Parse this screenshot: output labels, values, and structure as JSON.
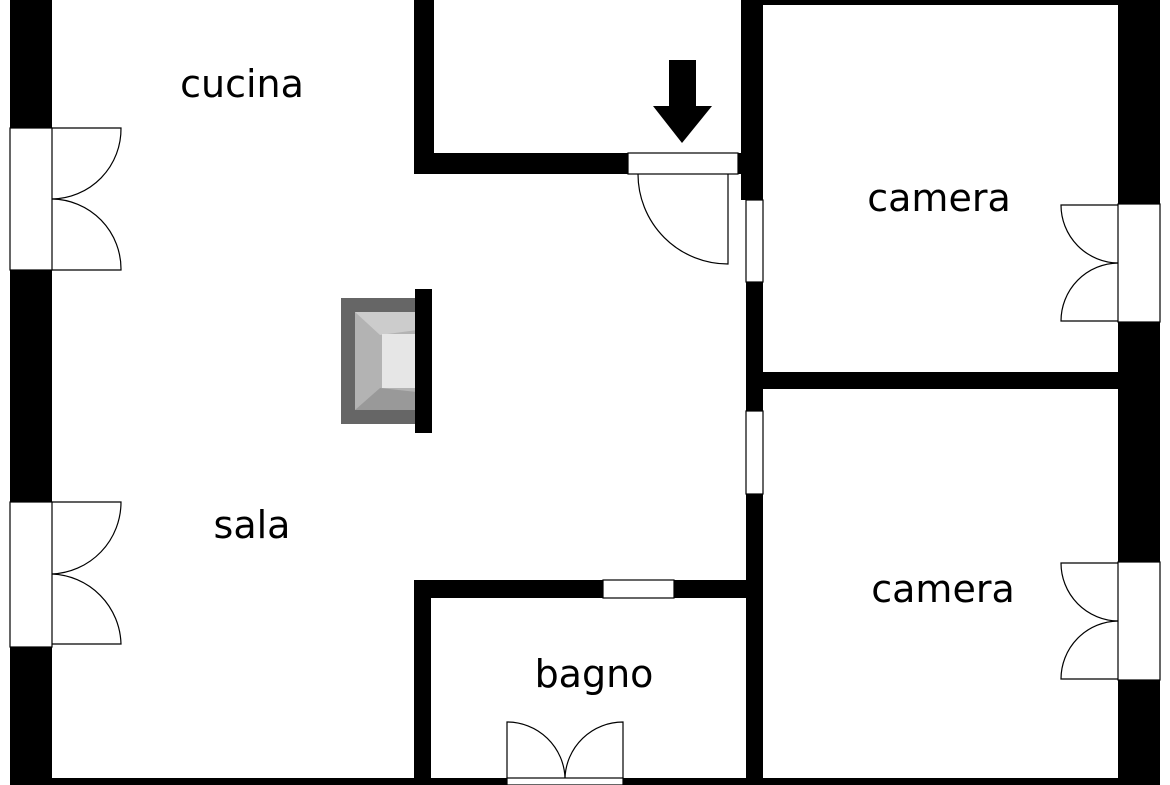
{
  "plan": {
    "rooms": {
      "cucina": "cucina",
      "sala": "sala",
      "camera_top": "camera",
      "camera_bottom": "camera",
      "bagno": "bagno"
    },
    "entrance_icon": "arrow-down-icon",
    "fireplace_icon": "fireplace-icon",
    "colors": {
      "wall": "#000000",
      "background": "#ffffff",
      "fireplace_outer": "#666666",
      "fireplace_mid": "#b3b3b3",
      "fireplace_inner": "#e6e6e6"
    }
  }
}
